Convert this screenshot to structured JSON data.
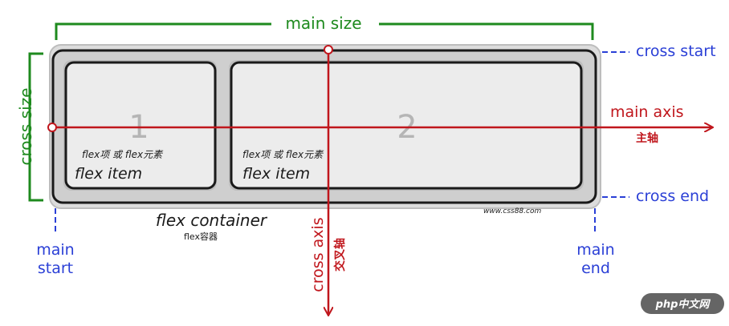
{
  "labels": {
    "main_size": "main size",
    "cross_size": "cross size",
    "cross_start": "cross start",
    "cross_end": "cross end",
    "main_axis": "main axis",
    "main_axis_cn": "主轴",
    "cross_axis": "cross axis",
    "cross_axis_cn": "交叉轴",
    "main_start_1": "main",
    "main_start_2": "start",
    "main_end_1": "main",
    "main_end_2": "end",
    "container": "flex container",
    "container_cn": "flex容器",
    "watermark": "www.css88.com",
    "badge": "php中文网"
  },
  "items": [
    {
      "number": "1",
      "caption_cn": "flex项 或 flex元素",
      "caption": "flex item"
    },
    {
      "number": "2",
      "caption_cn": "flex项 或 flex元素",
      "caption": "flex item"
    }
  ],
  "colors": {
    "green": "#1e8a1e",
    "blue": "#2a3fd6",
    "red": "#c0161c",
    "container_fill": "#cfcfcf",
    "item_fill": "#ececec",
    "outline": "#1a1a1a",
    "number": "#b5b5b5"
  }
}
